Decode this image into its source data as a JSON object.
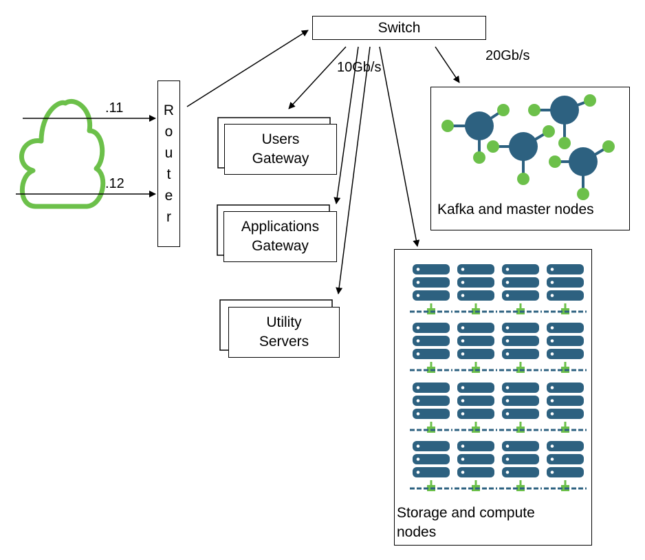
{
  "cloud": {
    "icon": "cloud-icon",
    "color": "#6cc04a"
  },
  "router": {
    "letters": [
      "R",
      "o",
      "u",
      "t",
      "e",
      "r"
    ]
  },
  "switch": {
    "label": "Switch"
  },
  "links": {
    "router_in_1": ".11",
    "router_in_2": ".12",
    "gateway_speed": "10Gb/s",
    "cluster_speed": "20Gb/s"
  },
  "stacks": {
    "users_gateway": [
      "Users",
      "Gateway"
    ],
    "applications_gateway": [
      "Applications",
      "Gateway"
    ],
    "utility_servers": [
      "Utility",
      "Servers"
    ]
  },
  "kafka": {
    "label": "Kafka and master nodes",
    "icon": "hub-node-icon"
  },
  "storage": {
    "label_line1": "Storage and compute",
    "label_line2": "nodes",
    "icon": "server-rack-icon"
  },
  "colors": {
    "node": "#2d6180",
    "node_accent": "#6cc04a",
    "lines": "#000000"
  }
}
